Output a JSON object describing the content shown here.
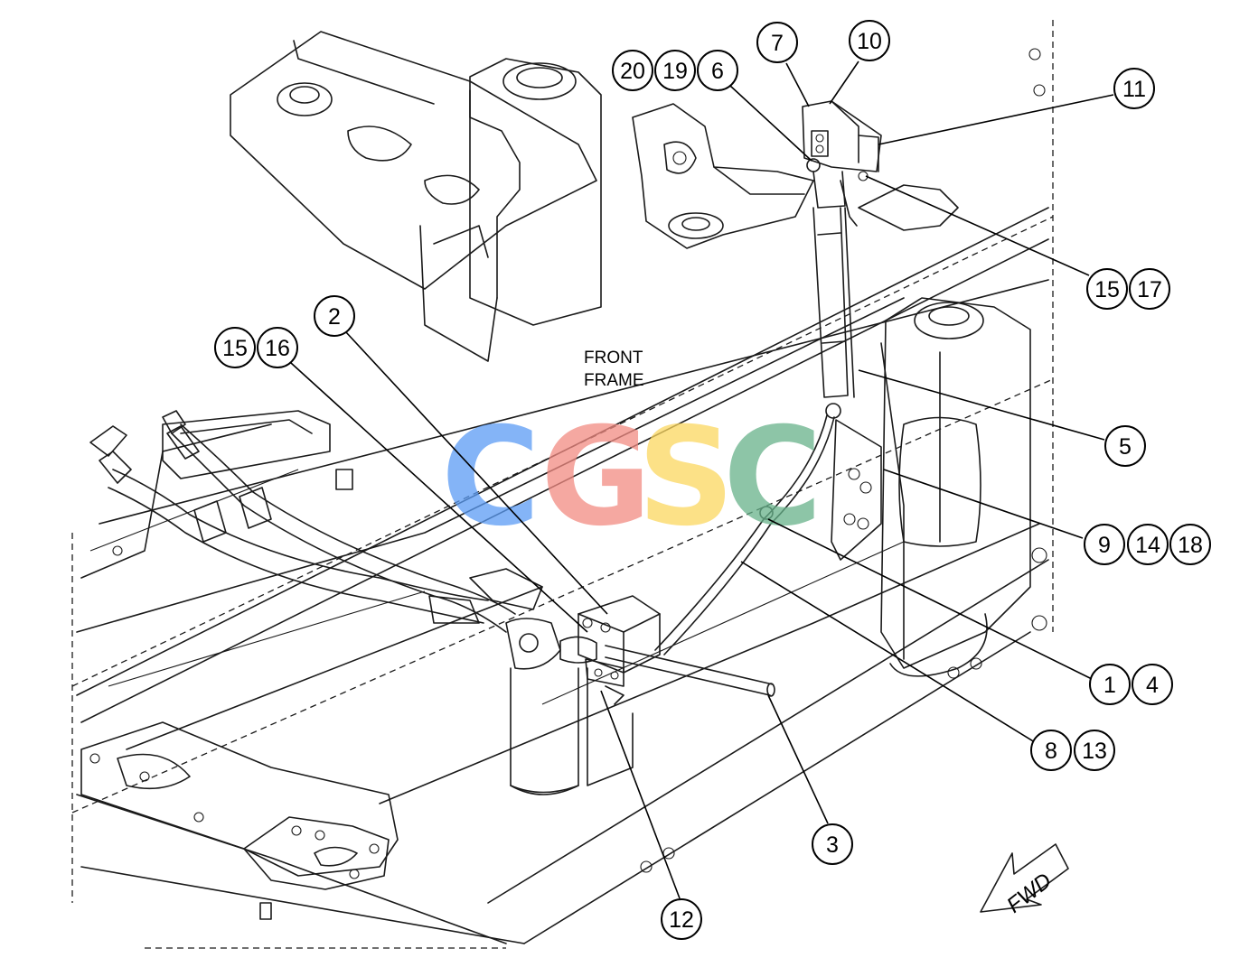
{
  "diagram": {
    "frame_label_line1": "FRONT",
    "frame_label_line2": "FRAME",
    "direction_label": "FWD",
    "watermark": {
      "letters": [
        "C",
        "G",
        "S",
        "C"
      ],
      "colors": [
        "#5b9cf5",
        "#f28b82",
        "#fbd760",
        "#67b28a"
      ]
    },
    "callouts": {
      "c2": "2",
      "c15a": "15",
      "c16": "16",
      "c20": "20",
      "c19": "19",
      "c6": "6",
      "c7": "7",
      "c10": "10",
      "c11": "11",
      "c15b": "15",
      "c17": "17",
      "c5": "5",
      "c9": "9",
      "c14": "14",
      "c18": "18",
      "c1": "1",
      "c4": "4",
      "c8": "8",
      "c13": "13",
      "c3": "3",
      "c12": "12"
    }
  }
}
